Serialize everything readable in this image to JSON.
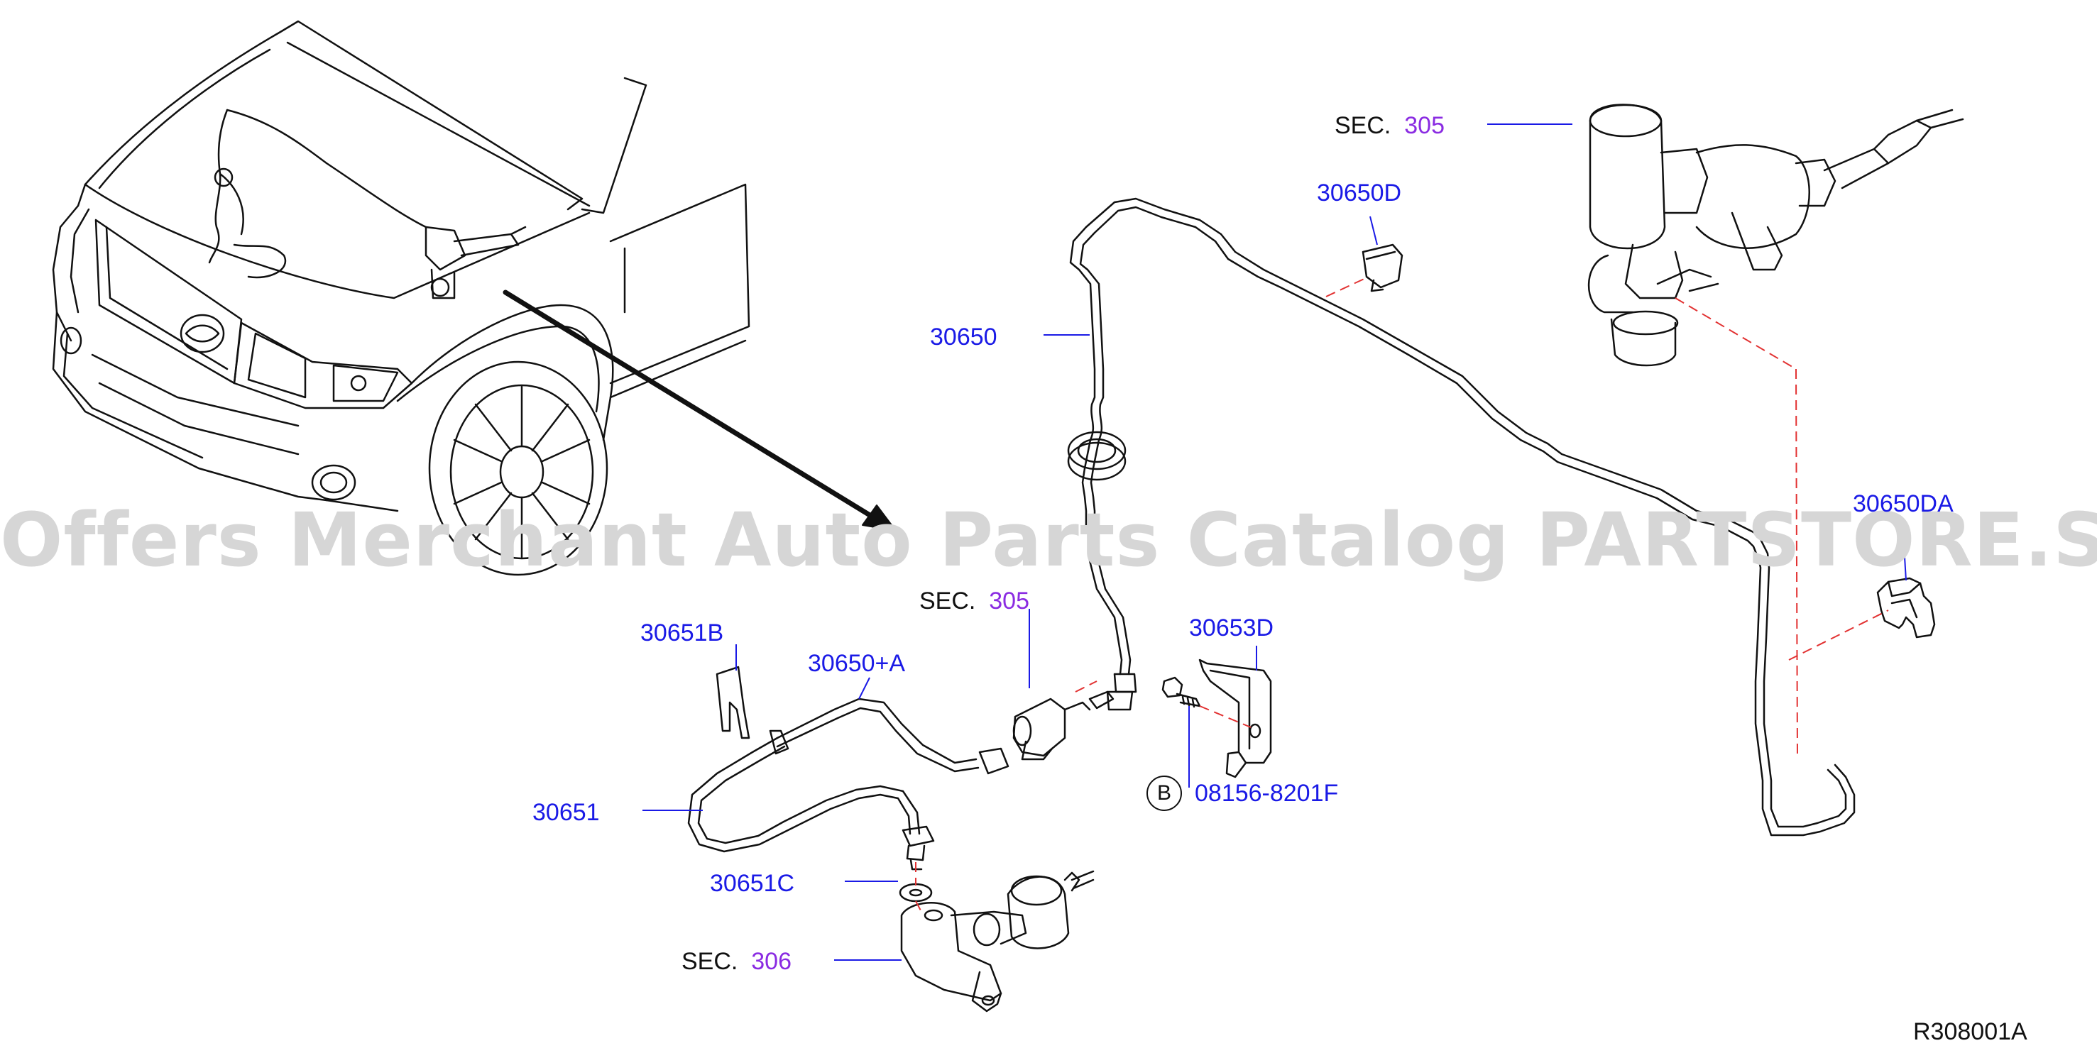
{
  "watermark": "Offers Merchant Auto Parts Catalog PARTSTORE.SA",
  "reference_code": "R308001A",
  "colors": {
    "part_number": "#1a1ae6",
    "section_number": "#8a2be2",
    "leader_dash": "#e23232",
    "line_art": "#111111"
  },
  "callouts": {
    "sec305_top": {
      "prefix": "SEC.",
      "number": "305"
    },
    "p30650D": "30650D",
    "p30650": "30650",
    "p30650DA": "30650DA",
    "sec305_mid": {
      "prefix": "SEC.",
      "number": "305"
    },
    "p30651B": "30651B",
    "p30650A": "30650+A",
    "p30653D": "30653D",
    "p30651": "30651",
    "bolt": {
      "circle": "B",
      "number": "08156-8201F"
    },
    "p30651C": "30651C",
    "sec306": {
      "prefix": "SEC.",
      "number": "306"
    }
  }
}
